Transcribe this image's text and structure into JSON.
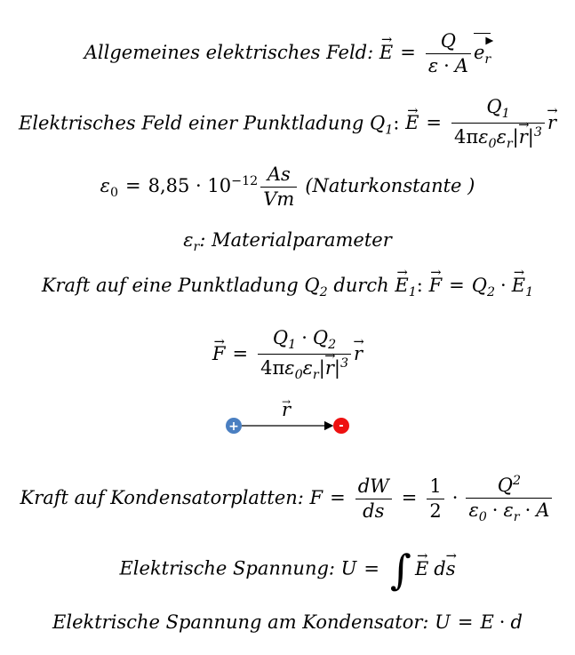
{
  "lines": {
    "l1_label": "Allgemeines elektrisches Feld: ",
    "l2_label": "Elektrisches Feld einer Punktladung ",
    "l3_const_name": "(Naturkonstante )",
    "l3_value": "8,85 · 10",
    "l3_exp": "−12",
    "l4_label": ": Materialparameter",
    "l5_label": "Kraft auf eine Punktladung ",
    "l5_durch": " durch ",
    "l7_label": "Kraft auf Kondensatorplatten: ",
    "l8_label": "Elektrische Spannung: ",
    "l9_label": "Elektrische Spannung am Kondensator: "
  },
  "symbols": {
    "E": "E",
    "F": "F",
    "Q": "Q",
    "Q1": "Q",
    "Q2": "Q",
    "sub1": "1",
    "sub2": "2",
    "r": "r",
    "e": "e",
    "epsilon": "ε",
    "A": "A",
    "U": "U",
    "d": "d",
    "W": "W",
    "s": "s",
    "As": "As",
    "Vm": "Vm",
    "fourpi": "4π",
    "half_num": "1",
    "half_den": "2",
    "sub0": "0",
    "subr": "r",
    "exp2": "2",
    "exp3": "3"
  },
  "diagram": {
    "vector_label": "r",
    "positive_sign": "+",
    "negative_sign": "-",
    "positive_color": "#4a7fc1",
    "negative_color": "#ee1111"
  }
}
